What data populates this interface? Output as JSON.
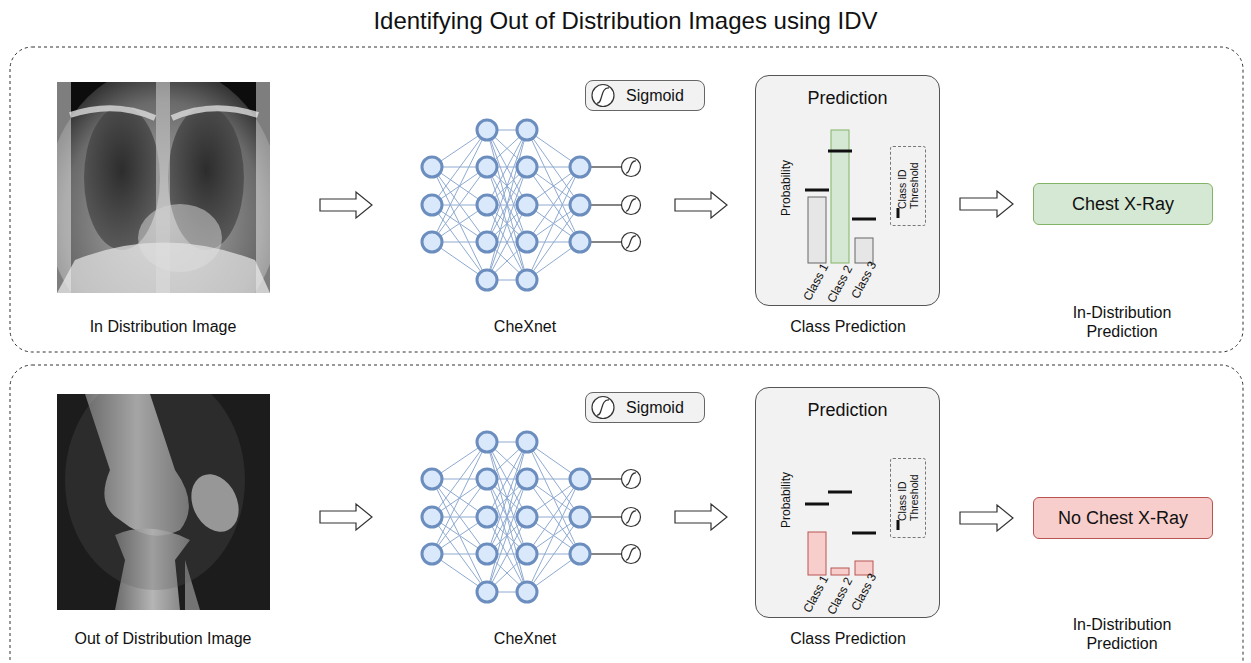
{
  "diagram": {
    "title": "Identifying Out of Distribution Images using IDV",
    "nodes": [
      {
        "text": [
          "Sigmoid"
        ]
      },
      {
        "text": [
          "Prediction"
        ]
      },
      {
        "text": [
          "Class ID Threshold"
        ],
        "in": 1
      },
      {
        "text": [
          "Chest X-Ray"
        ]
      },
      {
        "text": [
          "Sigmoid"
        ]
      },
      {
        "text": [
          "Prediction"
        ]
      },
      {
        "text": [
          "Class ID Threshold"
        ],
        "in": 5
      },
      {
        "text": [
          "No Chest X-Ray"
        ]
      }
    ],
    "edges": [
      {
        "from": 1,
        "to": 3,
        "arrow": "to"
      },
      {
        "from": 5,
        "to": 7,
        "arrow": "to"
      }
    ],
    "labels": [
      "In Distribution Image",
      "CheXnet",
      "Probability",
      "Class 1",
      "Class 2",
      "Class 3",
      "Class Prediction",
      "In-Distribution Prediction",
      "Out of Distribution Image",
      "CheXnet",
      "Probability",
      "Class 1",
      "Class 2",
      "Class 3",
      "Class Prediction",
      "In-Distribution Prediction"
    ]
  }
}
